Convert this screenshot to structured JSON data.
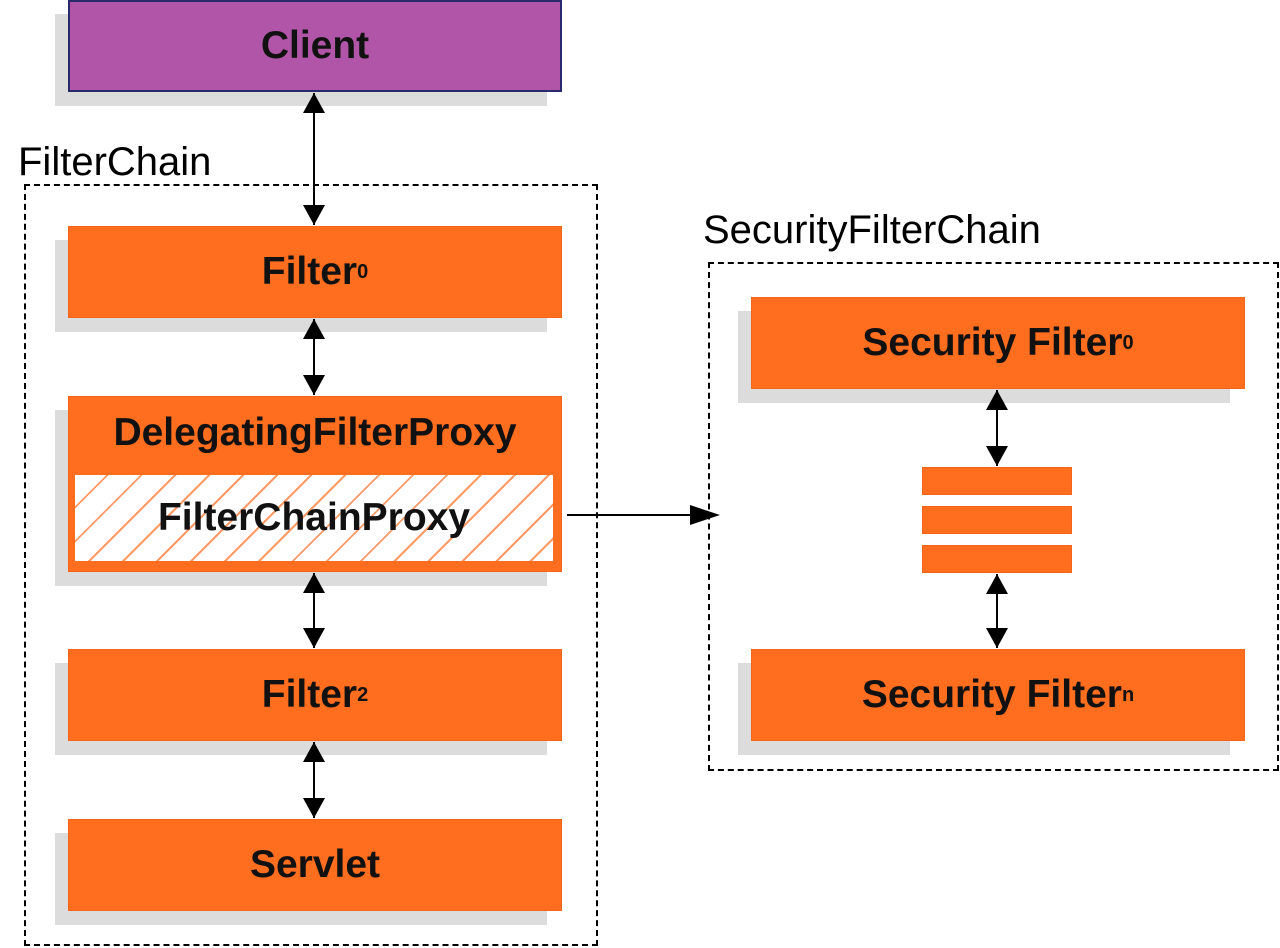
{
  "client": {
    "label": "Client"
  },
  "filter_chain": {
    "label": "FilterChain",
    "filter0": {
      "label": "Filter",
      "subscript": "0"
    },
    "delegating_filter_proxy": {
      "label": "DelegatingFilterProxy"
    },
    "filter_chain_proxy": {
      "label": "FilterChainProxy"
    },
    "filter2": {
      "label": "Filter",
      "subscript": "2"
    },
    "servlet": {
      "label": "Servlet"
    }
  },
  "security_filter_chain": {
    "label": "SecurityFilterChain",
    "security_filter0": {
      "label": "Security Filter",
      "subscript": "0"
    },
    "security_filter_n": {
      "label": "Security Filter",
      "subscript": "n"
    }
  },
  "colors": {
    "filter_orange": "#ff6d1f",
    "client_purple": "#b055a7",
    "shadow_gray": "#dcdcdc"
  }
}
